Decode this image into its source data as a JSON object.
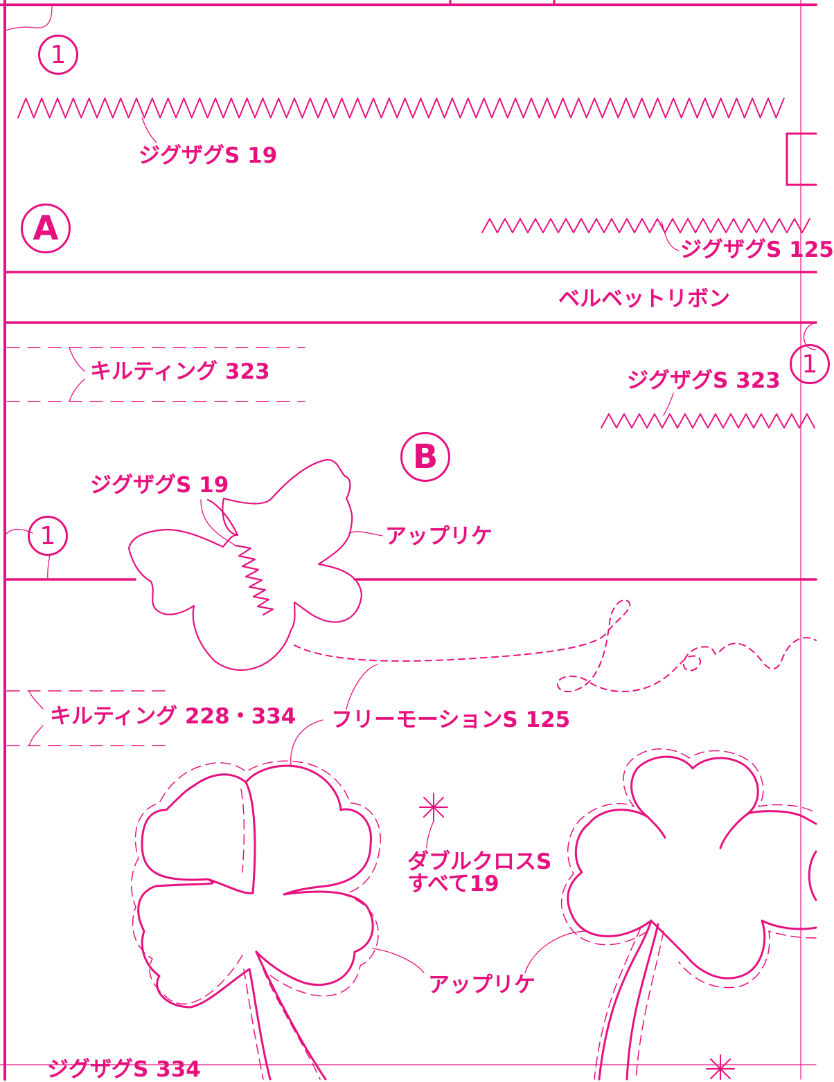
{
  "colors": {
    "accent": "#e6117f",
    "background": "#ffffff"
  },
  "sections": {
    "a": {
      "marker": "A"
    },
    "b": {
      "marker": "B"
    }
  },
  "markers": {
    "seam_1": "1"
  },
  "labels": {
    "zigzag_19_top": "ジグザグS 19",
    "zigzag_125": "ジグザグS 125",
    "velvet_ribbon": "ベルベットリボン",
    "quilting_323": "キルティング 323",
    "zigzag_323": "ジグザグS 323",
    "zigzag_19_butterfly": "ジグザグS 19",
    "applique_butterfly": "アップリケ",
    "quilting_228_334": "キルティング 228・334",
    "free_motion_125": "フリーモーションS 125",
    "double_cross_line1": "ダブルクロスS",
    "double_cross_line2": "すべて19",
    "applique_clover": "アップリケ",
    "zigzag_334": "ジグザグS 334"
  },
  "icons": {
    "double_cross": "double-cross-star-icon",
    "butterfly": "butterfly-applique",
    "clover": "four-leaf-clover-applique"
  }
}
